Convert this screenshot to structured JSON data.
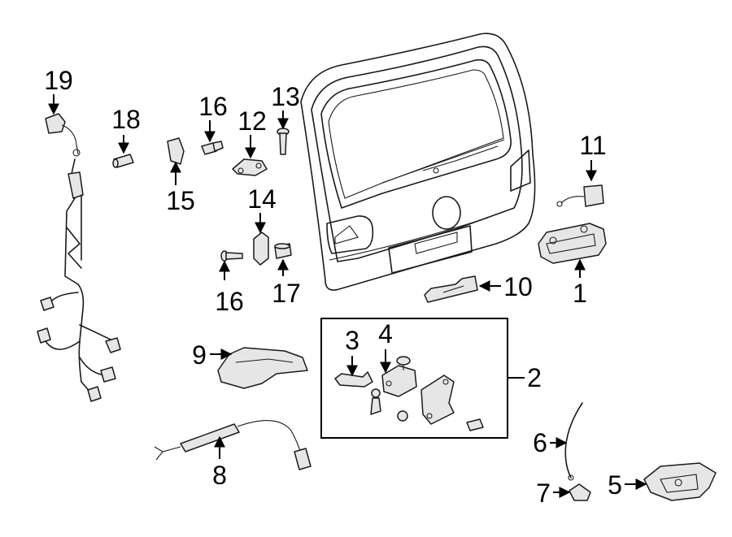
{
  "callouts": [
    {
      "id": "c1",
      "text": "1"
    },
    {
      "id": "c2",
      "text": "2"
    },
    {
      "id": "c3",
      "text": "3"
    },
    {
      "id": "c4",
      "text": "4"
    },
    {
      "id": "c5",
      "text": "5"
    },
    {
      "id": "c6",
      "text": "6"
    },
    {
      "id": "c7",
      "text": "7"
    },
    {
      "id": "c8",
      "text": "8"
    },
    {
      "id": "c9",
      "text": "9"
    },
    {
      "id": "c10",
      "text": "10"
    },
    {
      "id": "c11",
      "text": "11"
    },
    {
      "id": "c12",
      "text": "12"
    },
    {
      "id": "c13",
      "text": "13"
    },
    {
      "id": "c14",
      "text": "14"
    },
    {
      "id": "c15",
      "text": "15"
    },
    {
      "id": "c16a",
      "text": "16"
    },
    {
      "id": "c16b",
      "text": "16"
    },
    {
      "id": "c17",
      "text": "17"
    },
    {
      "id": "c18",
      "text": "18"
    },
    {
      "id": "c19",
      "text": "19"
    }
  ]
}
